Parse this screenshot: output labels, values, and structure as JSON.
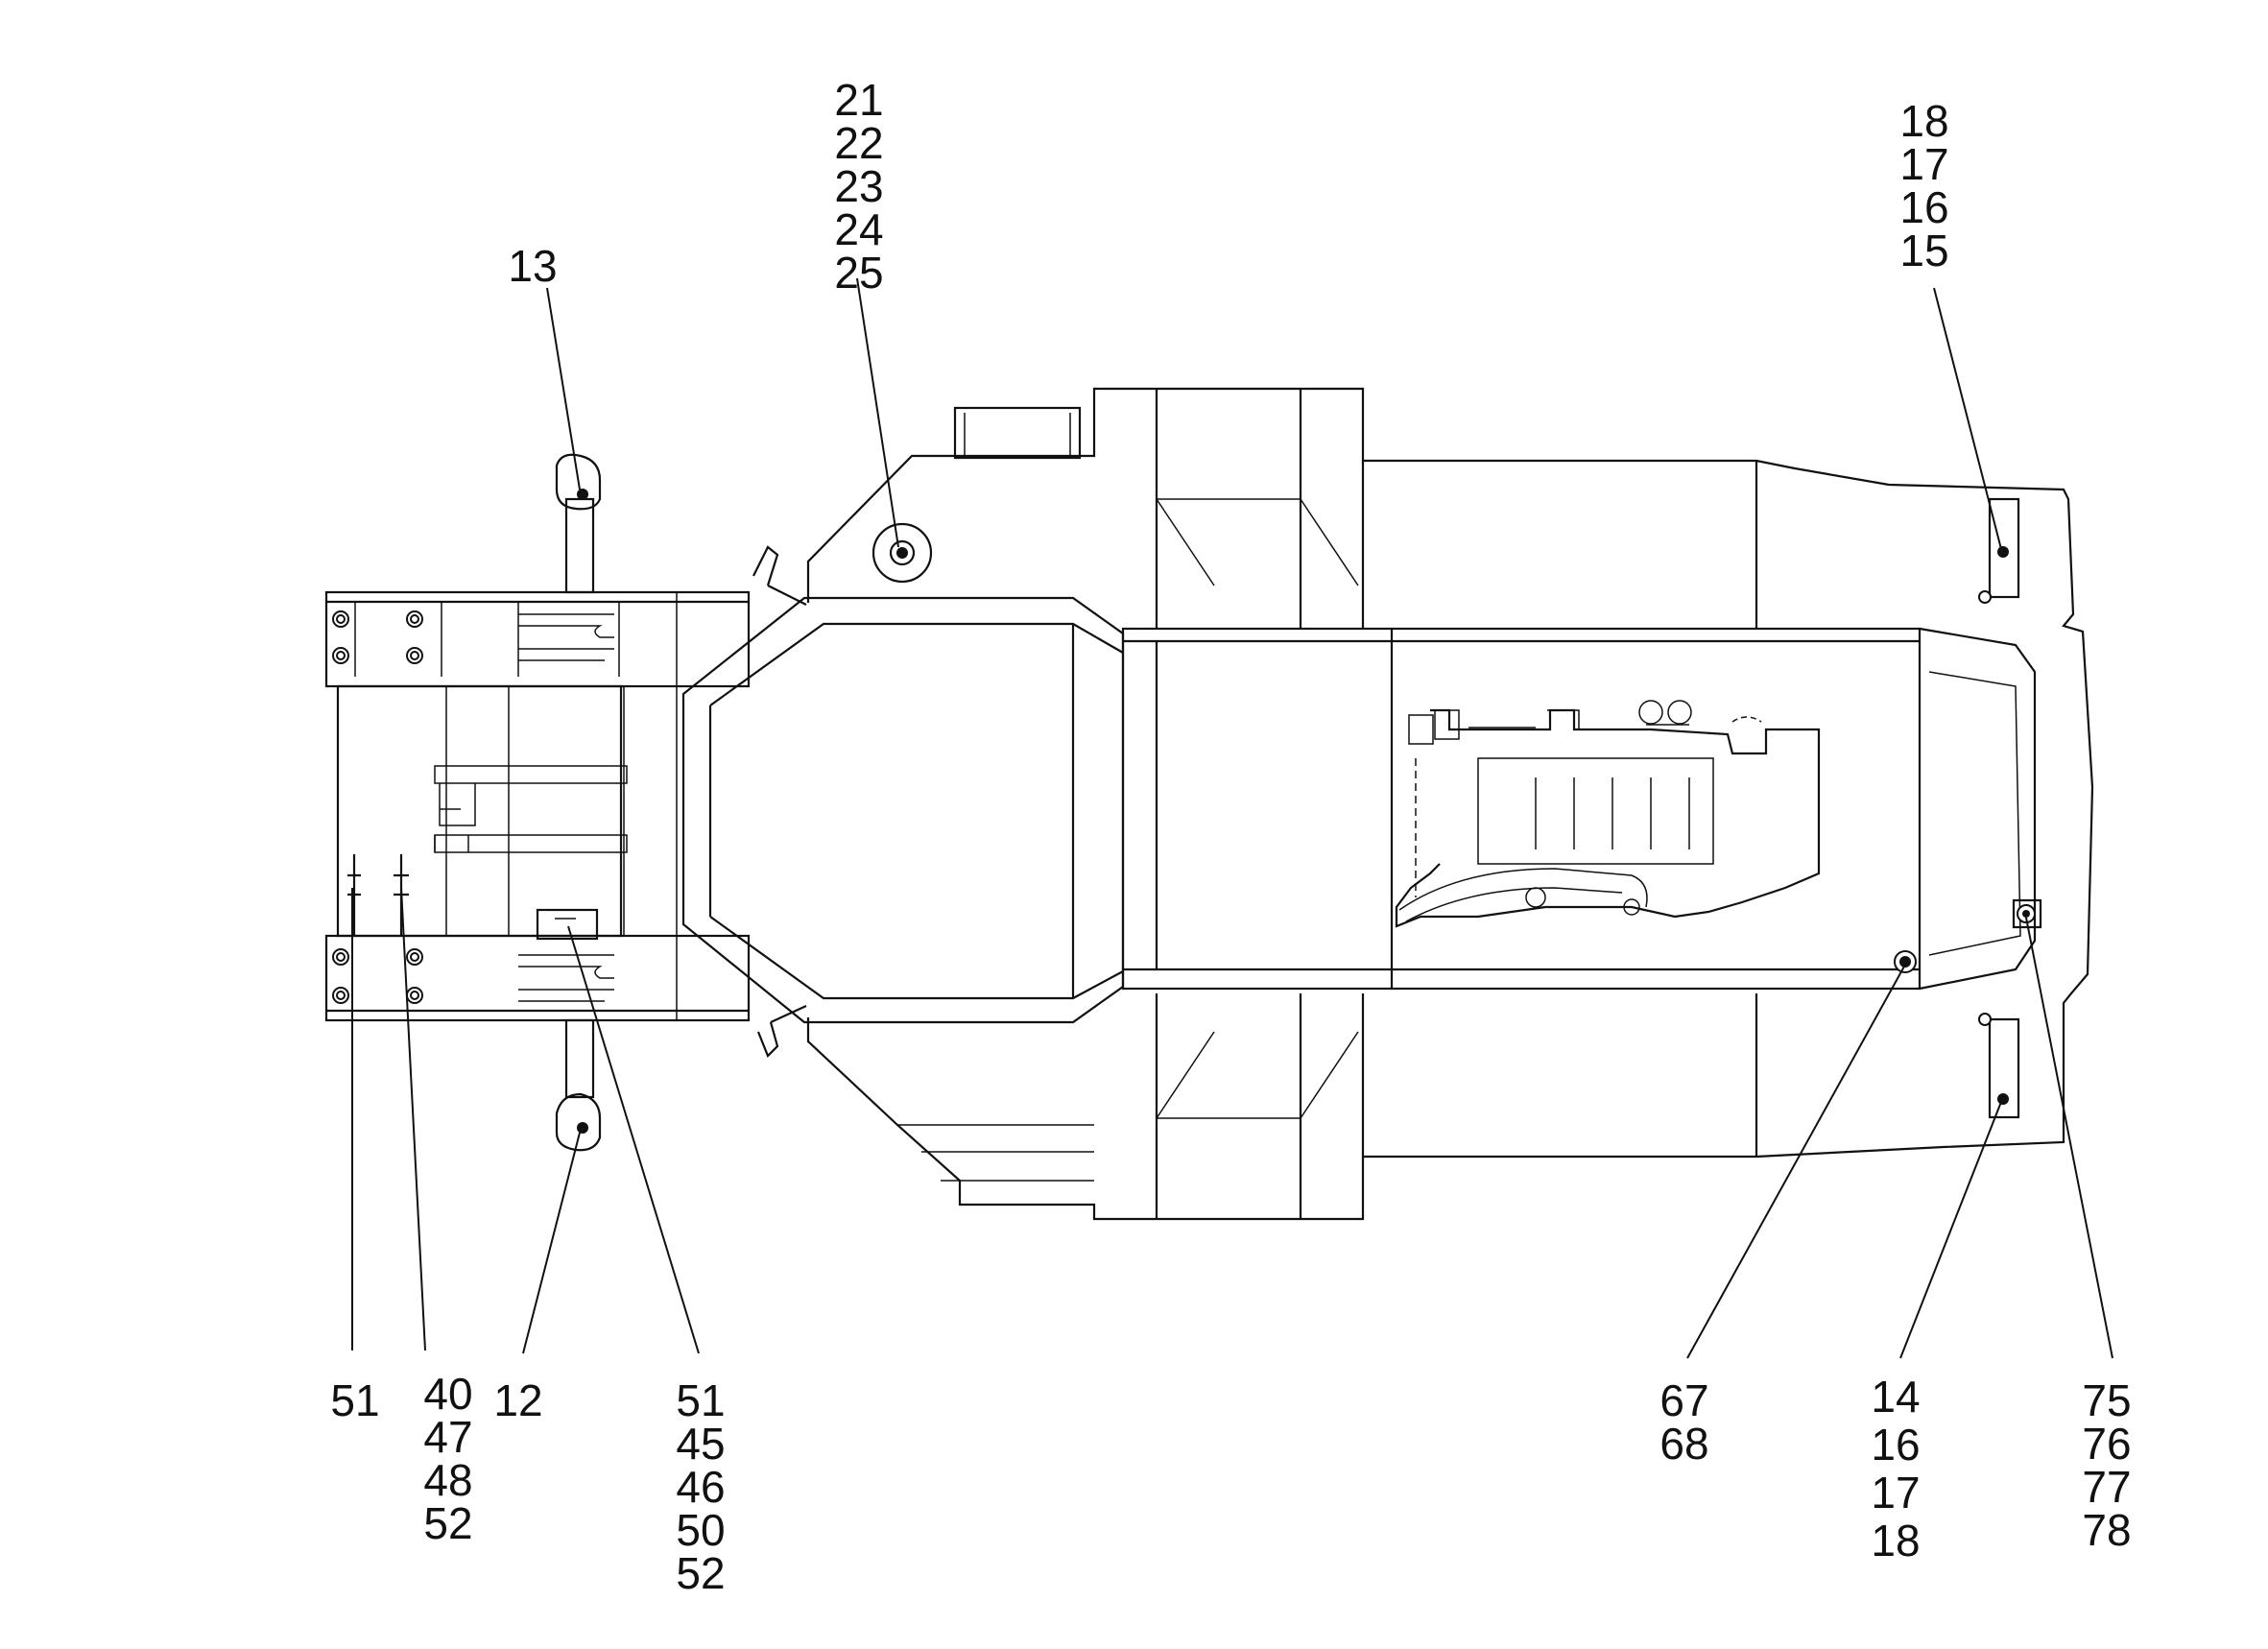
{
  "callouts": {
    "c_top_center": [
      "21",
      "22",
      "23",
      "24",
      "25"
    ],
    "c_top_left": [
      "13"
    ],
    "c_top_right": [
      "18",
      "17",
      "16",
      "15"
    ],
    "c_bot_51a": [
      "51"
    ],
    "c_bot_40": [
      "40",
      "47",
      "48",
      "52"
    ],
    "c_bot_12": [
      "12"
    ],
    "c_bot_51b": [
      "51",
      "45",
      "46",
      "50",
      "52"
    ],
    "c_bot_67": [
      "67",
      "68"
    ],
    "c_bot_14": [
      "14",
      "16",
      "17",
      "18"
    ],
    "c_bot_75": [
      "75",
      "76",
      "77",
      "78"
    ]
  }
}
